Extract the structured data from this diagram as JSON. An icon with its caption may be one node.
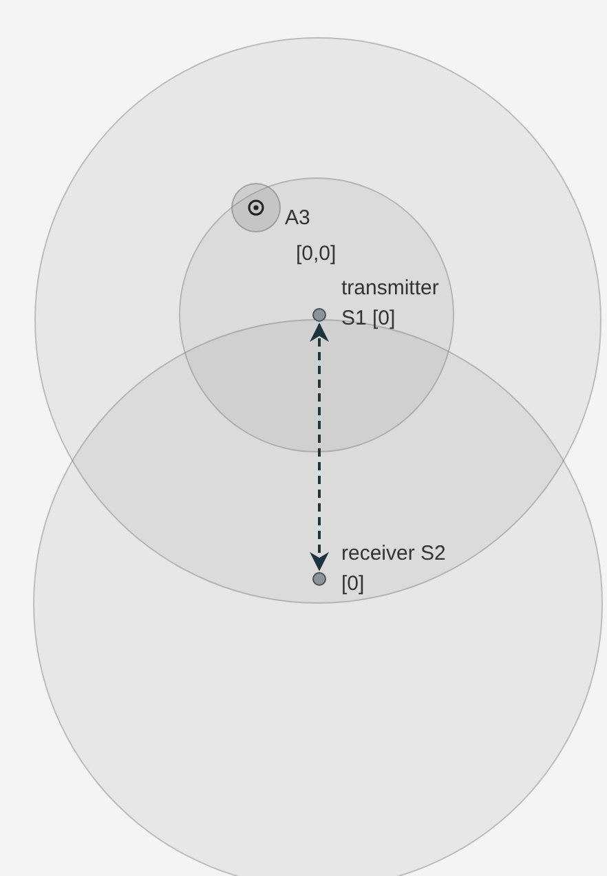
{
  "diagram": {
    "nodes": [
      {
        "text": [],
        "shape": "circle",
        "beside": [
          "A3"
        ]
      },
      {
        "text": [],
        "shape": "circle",
        "beside": [
          "transmitter S1 [0]"
        ]
      },
      {
        "text": [],
        "shape": "circle",
        "beside": [
          "receiver S2 [0]"
        ]
      }
    ],
    "edges": [
      {
        "from": 1,
        "to": 2,
        "arrow": "both",
        "style": "dashed"
      }
    ],
    "labels": [
      "[0,0]"
    ]
  }
}
